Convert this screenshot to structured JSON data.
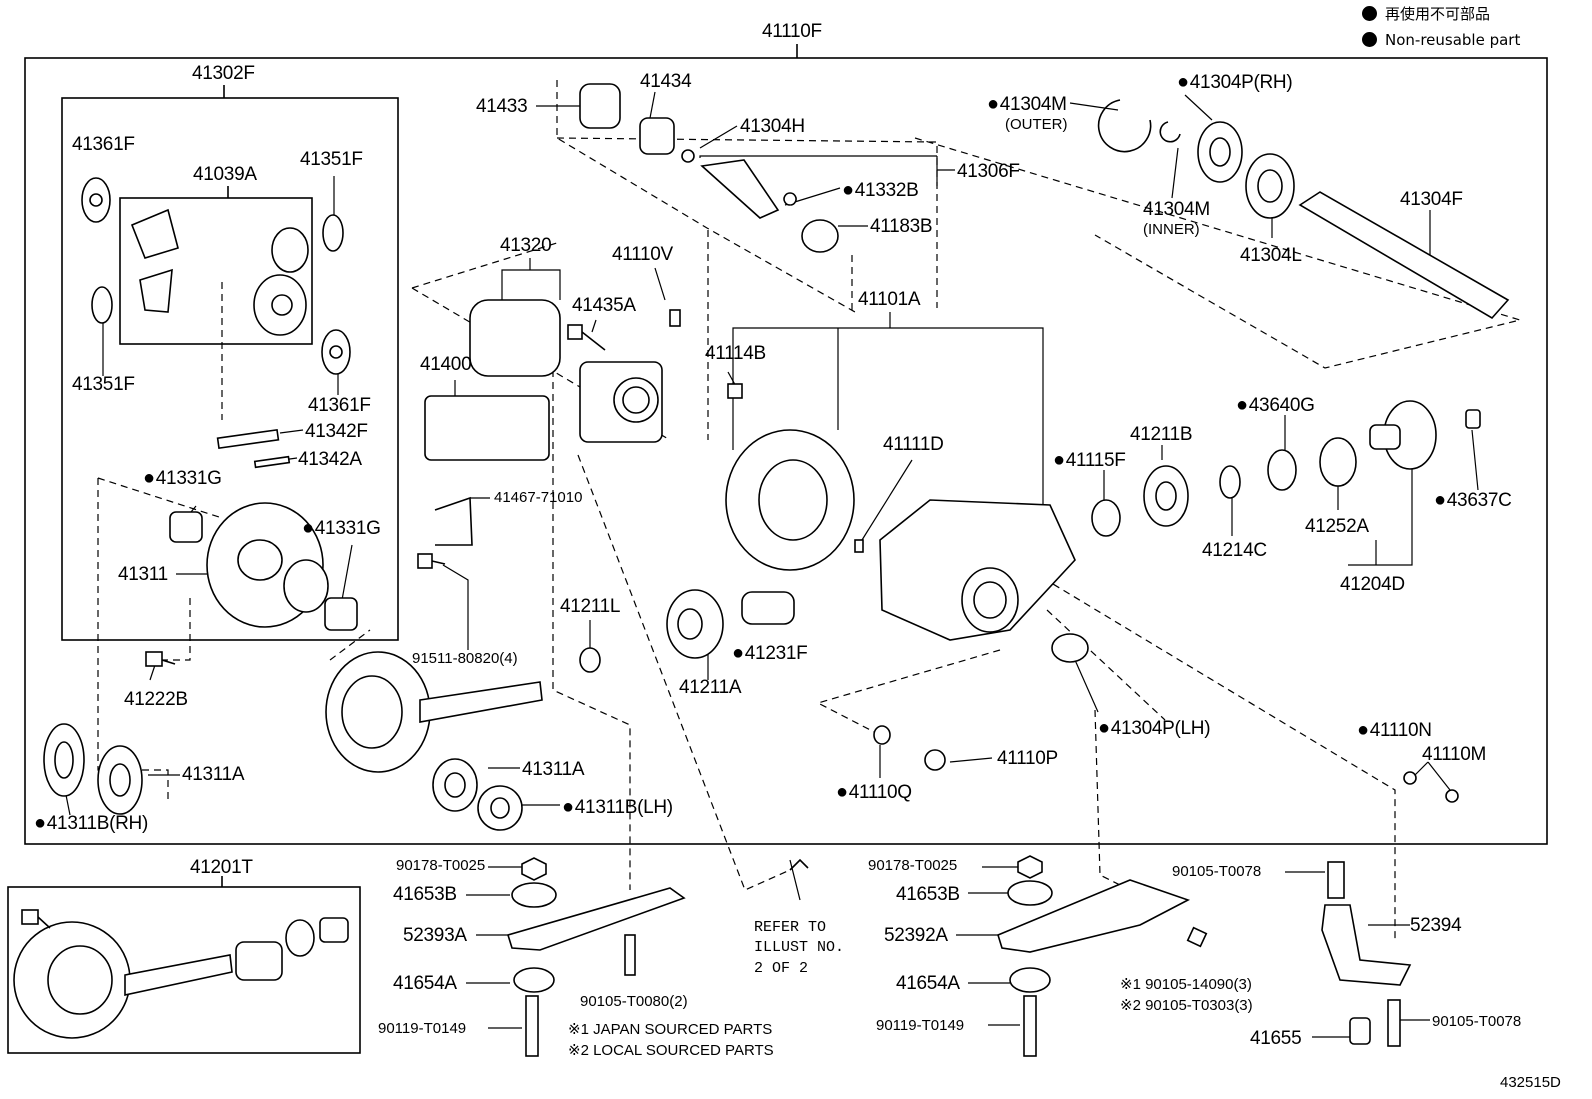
{
  "legend": {
    "jp": "再使用不可部品",
    "en": "Non-reusable part"
  },
  "doc_number": "432515D",
  "notes": {
    "refer_line1": "REFER TO",
    "refer_line2": "ILLUST NO.",
    "refer_line3": "2 OF 2",
    "japan_sourced": "※1 JAPAN SOURCED PARTS",
    "local_sourced": "※2 LOCAL SOURCED PARTS",
    "outer": "(OUTER)",
    "inner": "(INNER)"
  },
  "labels": {
    "p41110F": "41110F",
    "p41302F": "41302F",
    "p41361F_top": "41361F",
    "p41039A": "41039A",
    "p41351F_top": "41351F",
    "p41351F_bot": "41351F",
    "p41361F_bot": "41361F",
    "p41342F": "41342F",
    "p41342A": "41342A",
    "p41331G_left": "41331G",
    "p41331G_right": "41331G",
    "p41311": "41311",
    "p41222B": "41222B",
    "p41311A_left": "41311A",
    "p41311B_RH": "41311B(RH)",
    "p41433": "41433",
    "p41434": "41434",
    "p41304H": "41304H",
    "p41332B": "41332B",
    "p41306F": "41306F",
    "p41183B": "41183B",
    "p41320": "41320",
    "p41110V": "41110V",
    "p41435A": "41435A",
    "p41400": "41400",
    "p41467": "41467-71010",
    "p91511": "91511-80820(4)",
    "p41211L": "41211L",
    "p41311A_mid": "41311A",
    "p41311B_LH": "41311B(LH)",
    "p41101A": "41101A",
    "p41114B": "41114B",
    "p41111D": "41111D",
    "p41211A": "41211A",
    "p41231F": "41231F",
    "p41304M_outer": "41304M",
    "p41304P_RH": "41304P(RH)",
    "p41304M_inner": "41304M",
    "p41304F": "41304F",
    "p41304L": "41304L",
    "p43640G": "43640G",
    "p41211B": "41211B",
    "p41115F": "41115F",
    "p41214C": "41214C",
    "p41252A": "41252A",
    "p43637C": "43637C",
    "p41204D": "41204D",
    "p41304P_LH": "41304P(LH)",
    "p41110N": "41110N",
    "p41110M": "41110M",
    "p41110P": "41110P",
    "p41110Q": "41110Q",
    "p41201T": "41201T",
    "p90178_left": "90178-T0025",
    "p41653B_left": "41653B",
    "p52393A": "52393A",
    "p41654A_left": "41654A",
    "p90119_left": "90119-T0149",
    "p90105_T0080": "90105-T0080(2)",
    "p90178_right": "90178-T0025",
    "p41653B_right": "41653B",
    "p52392A": "52392A",
    "p41654A_right": "41654A",
    "p90119_right": "90119-T0149",
    "p90105_14090": "※1 90105-14090(3)",
    "p90105_T0303": "※2 90105-T0303(3)",
    "p90105_T0078_top": "90105-T0078",
    "p52394": "52394",
    "p41655": "41655",
    "p90105_T0078_bot": "90105-T0078"
  }
}
